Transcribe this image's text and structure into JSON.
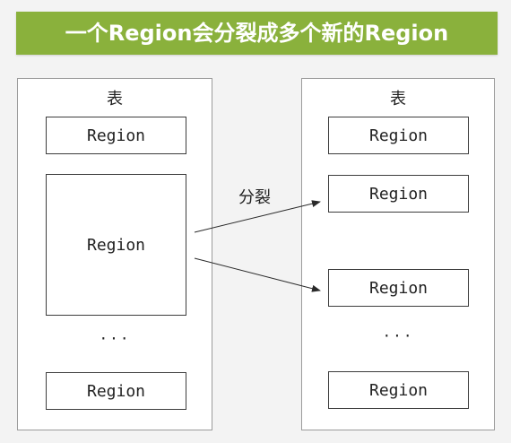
{
  "title": "一个Region会分裂成多个新的Region",
  "left_table": {
    "label": "表",
    "regions": [
      "Region",
      "Region",
      "Region"
    ],
    "ellipsis": "···"
  },
  "right_table": {
    "label": "表",
    "regions": [
      "Region",
      "Region",
      "Region",
      "Region"
    ],
    "ellipsis": "···"
  },
  "split_label": "分裂",
  "colors": {
    "banner": "#8ab13c",
    "banner_text": "#ffffff",
    "border": "#3c3c3c",
    "panel_border": "#9b9b9b",
    "background": "#f3f3f3"
  }
}
